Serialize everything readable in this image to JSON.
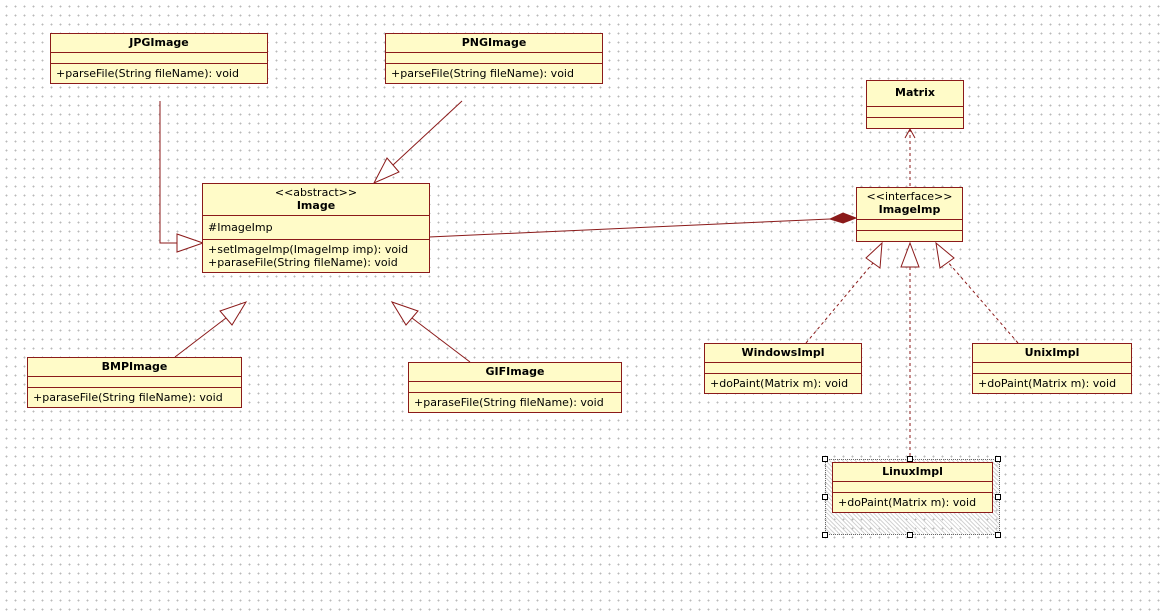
{
  "classes": {
    "jpg": {
      "name": "JPGImage",
      "ops": [
        "+parseFile(String fileName): void"
      ]
    },
    "png": {
      "name": "PNGImage",
      "ops": [
        "+parseFile(String fileName): void"
      ]
    },
    "matrix": {
      "name": "Matrix"
    },
    "image": {
      "stereotype": "<<abstract>>",
      "name": "Image",
      "attrs": [
        "#ImageImp"
      ],
      "ops": [
        "+setImageImp(ImageImp imp): void",
        "+paraseFile(String fileName): void"
      ]
    },
    "imageimp": {
      "stereotype": "<<interface>>",
      "name": "ImageImp"
    },
    "bmp": {
      "name": "BMPImage",
      "ops": [
        "+paraseFile(String fileName): void"
      ]
    },
    "gif": {
      "name": "GIFImage",
      "ops": [
        "+paraseFile(String fileName): void"
      ]
    },
    "windows": {
      "name": "WindowsImpl",
      "ops": [
        "+doPaint(Matrix m): void"
      ]
    },
    "unix": {
      "name": "UnixImpl",
      "ops": [
        "+doPaint(Matrix m): void"
      ]
    },
    "linux": {
      "name": "LinuxImpl",
      "ops": [
        "+doPaint(Matrix m): void"
      ],
      "selected": true
    }
  },
  "colors": {
    "fill": "#fffbc8",
    "border": "#8b1a1a",
    "line": "#8b1a1a"
  },
  "relationships": [
    {
      "from": "JPGImage",
      "to": "Image",
      "kind": "generalization"
    },
    {
      "from": "PNGImage",
      "to": "Image",
      "kind": "generalization"
    },
    {
      "from": "BMPImage",
      "to": "Image",
      "kind": "generalization"
    },
    {
      "from": "GIFImage",
      "to": "Image",
      "kind": "generalization"
    },
    {
      "from": "Image",
      "to": "ImageImp",
      "kind": "composition"
    },
    {
      "from": "ImageImp",
      "to": "Matrix",
      "kind": "dependency"
    },
    {
      "from": "WindowsImpl",
      "to": "ImageImp",
      "kind": "realization"
    },
    {
      "from": "LinuxImpl",
      "to": "ImageImp",
      "kind": "realization"
    },
    {
      "from": "UnixImpl",
      "to": "ImageImp",
      "kind": "realization"
    }
  ]
}
